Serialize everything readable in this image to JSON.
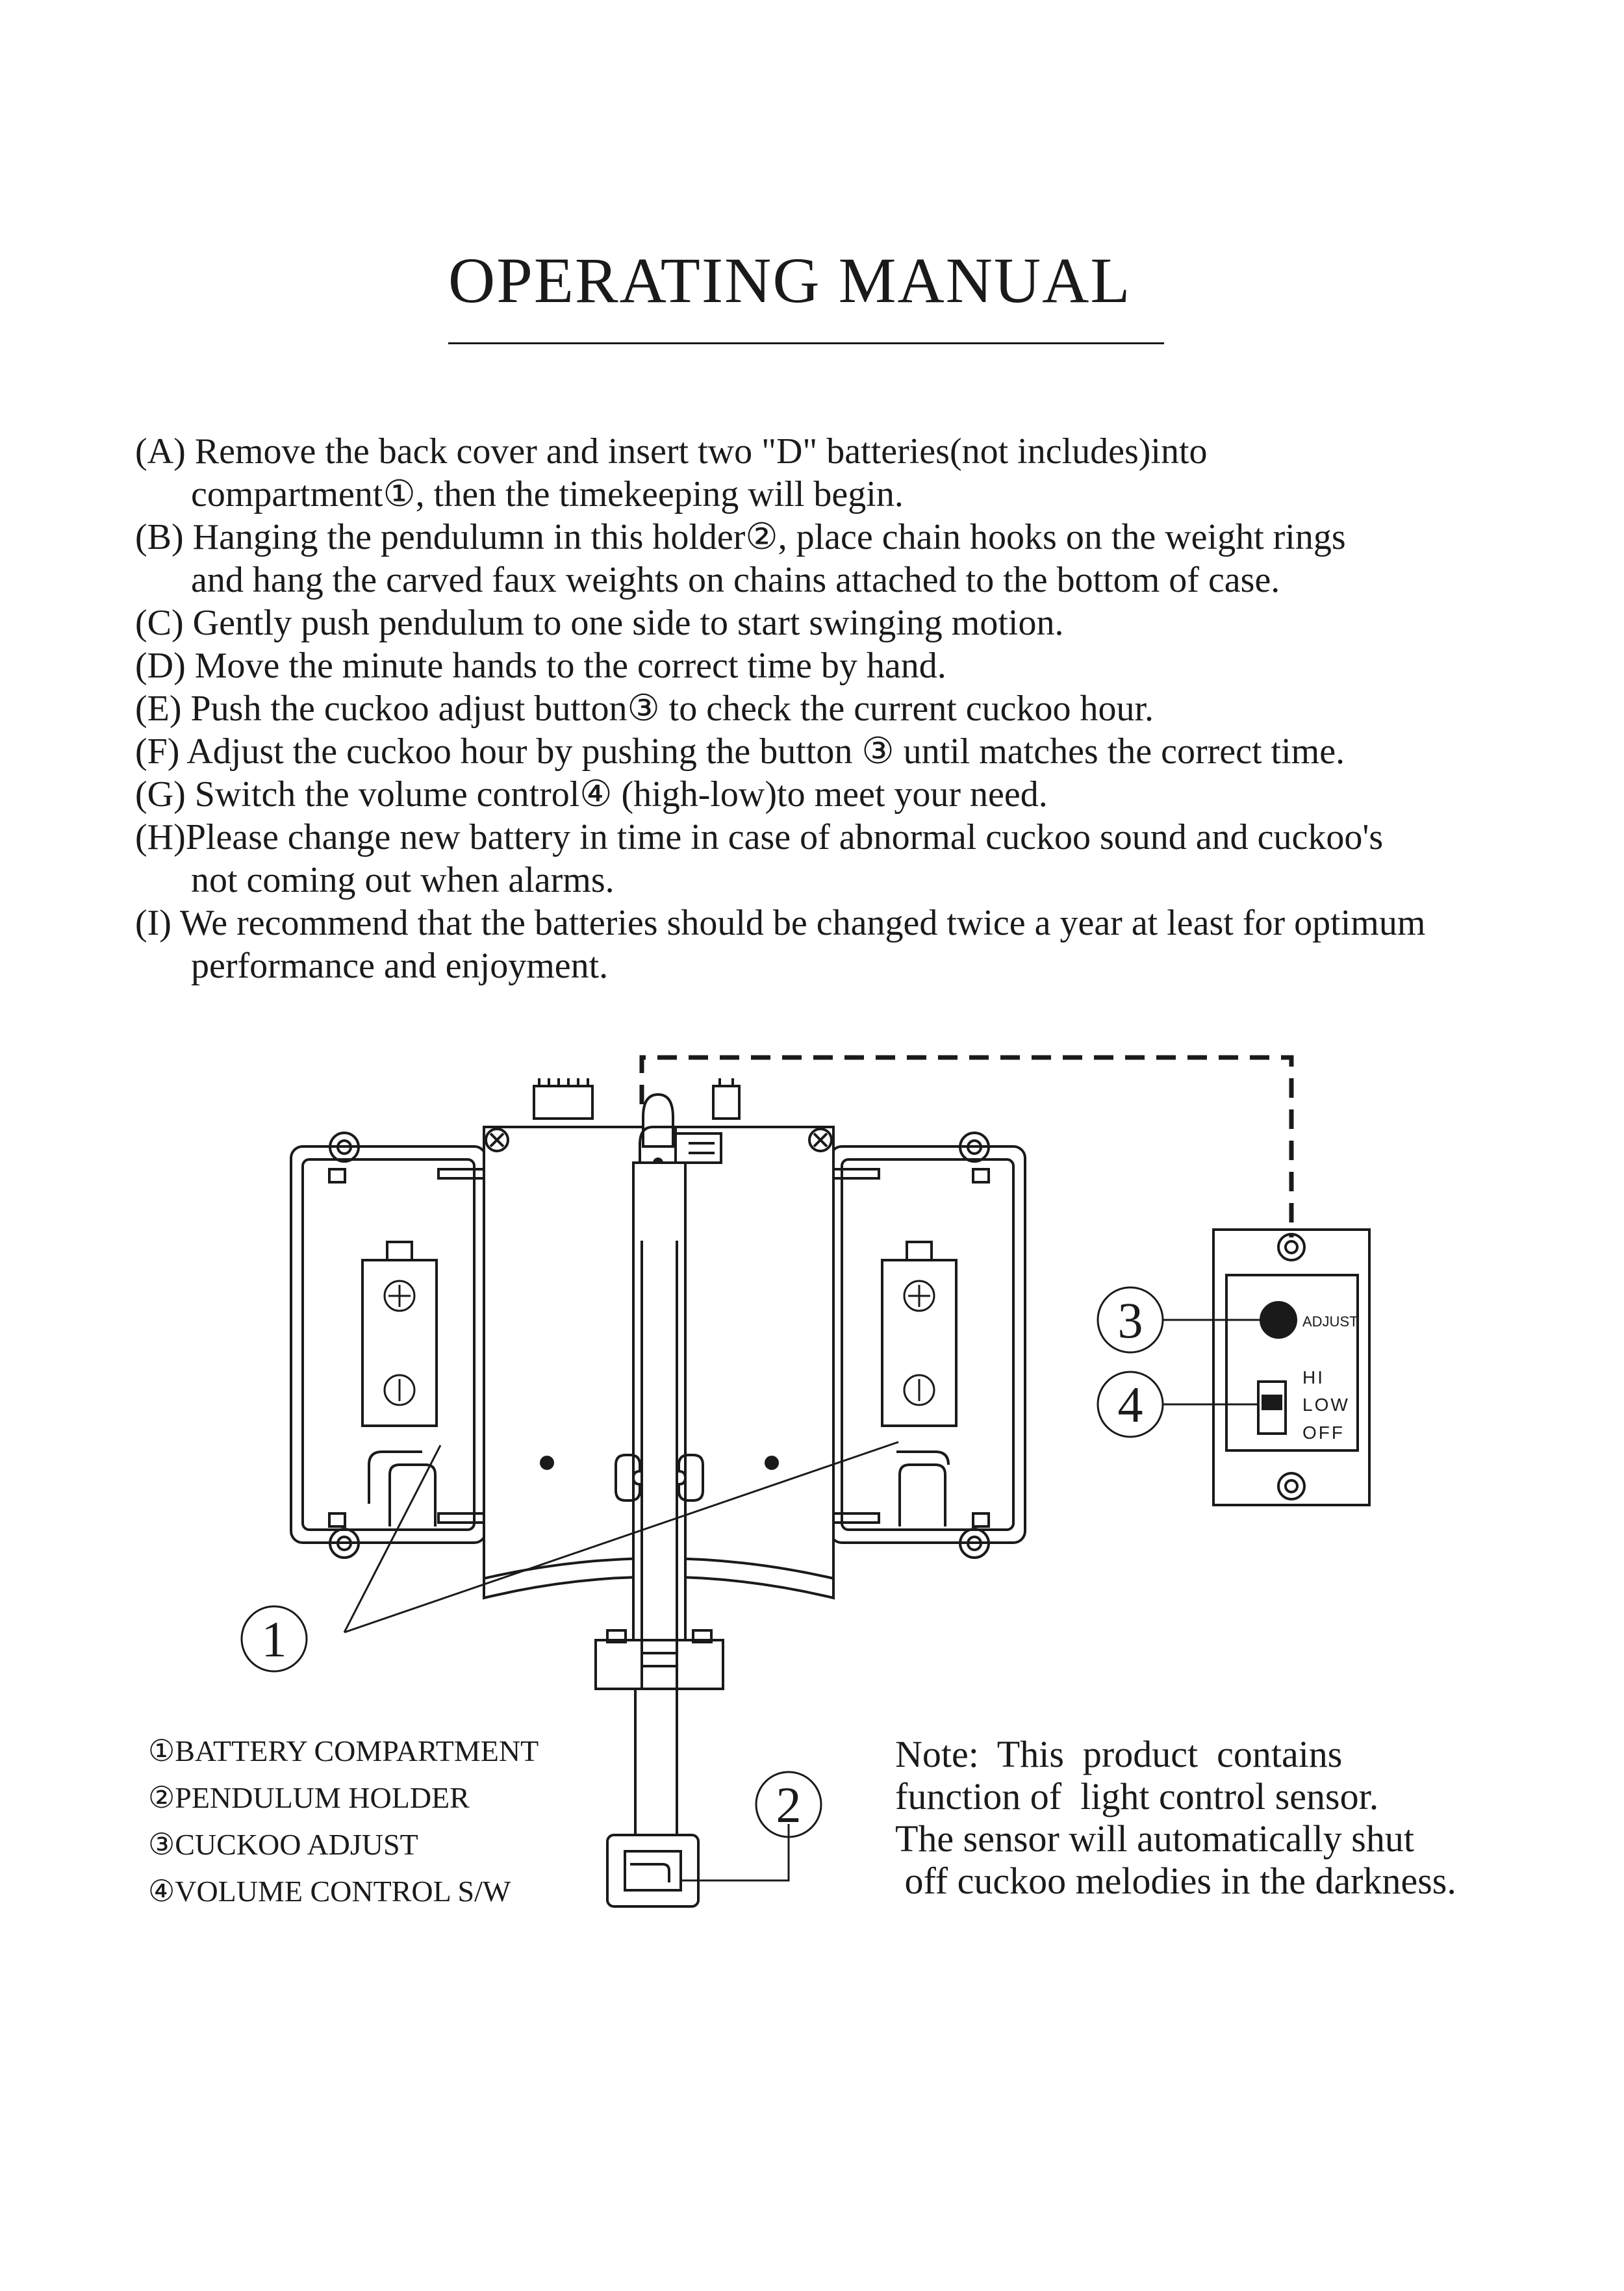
{
  "title": "OPERATING MANUAL",
  "instructions": [
    {
      "first": "(A) Remove the back cover and insert two \"D\" batteries(not includes)into",
      "cont": "compartment①, then the timekeeping will begin."
    },
    {
      "first": "(B) Hanging the pendulumn in this holder②, place chain hooks on the weight rings",
      "cont": "and hang the carved faux weights on chains attached to the bottom of case."
    },
    {
      "first": "(C) Gently push pendulum to one side to start swinging motion.",
      "cont": ""
    },
    {
      "first": "(D) Move the minute hands to the correct time by hand.",
      "cont": ""
    },
    {
      "first": "(E) Push the cuckoo adjust button③ to check the current cuckoo hour.",
      "cont": ""
    },
    {
      "first": "(F) Adjust the cuckoo hour by pushing the button ③ until matches the correct time.",
      "cont": ""
    },
    {
      "first": "(G) Switch the volume control④ (high-low)to meet your need.",
      "cont": ""
    },
    {
      "first": "(H)Please change new battery in time in case of abnormal cuckoo sound and cuckoo's",
      "cont": "not coming out when alarms."
    },
    {
      "first": "(I) We recommend that the batteries should be changed twice a year at least for optimum",
      "cont": "performance and enjoyment."
    }
  ],
  "diagram": {
    "callouts": {
      "c1": "1",
      "c2": "2",
      "c3": "3",
      "c4": "4"
    },
    "control_panel": {
      "adjust": "ADJUST",
      "hi": "HI",
      "low": "LOW",
      "off": "OFF"
    }
  },
  "legend": [
    "①BATTERY COMPARTMENT",
    "②PENDULUM HOLDER",
    "③CUCKOO ADJUST",
    "④VOLUME CONTROL S/W"
  ],
  "note": [
    "Note:  This  product  contains",
    "function of  light control sensor.",
    "The sensor will automatically shut",
    " off cuckoo melodies in the darkness."
  ]
}
